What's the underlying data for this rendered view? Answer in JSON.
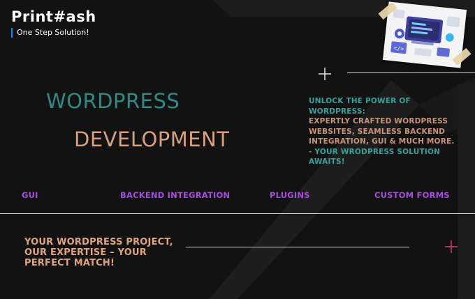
{
  "brand": {
    "logo_part1": "Print",
    "logo_hash": "#",
    "logo_part2": "ash",
    "tagline": "One Step Solution!"
  },
  "hero": {
    "title_line1": "WORDPRESS",
    "title_line2": "DEVELOPMENT"
  },
  "blurb": {
    "lead": "UNLOCK THE POWER OF WORDPRESS:",
    "body": "EXPERTLY CRAFTED WORDPRESS WEBSITES, SEAMLESS BACKEND INTEGRATION, GUI & MUCH MORE.",
    "signature": "- YOUR WRODPRESS SOLUTION AWAITS!"
  },
  "features": [
    "GUI",
    "BACKEND INTEGRATION",
    "PLUGINS",
    "CUSTOM FORMS"
  ],
  "cta": {
    "text": "YOUR WORDPRESS PROJECT, OUR EXPERTISE – YOUR PERFECT MATCH!"
  },
  "colors": {
    "background": "#121212",
    "teal": "#2f8a86",
    "peach": "#d9a07e",
    "purple": "#a64ddb",
    "accent_red": "#d0436a",
    "tagline_bar": "#2f7fd8"
  },
  "icons": [
    "plus-icon",
    "plus-icon-red",
    "web-development-illustration"
  ]
}
